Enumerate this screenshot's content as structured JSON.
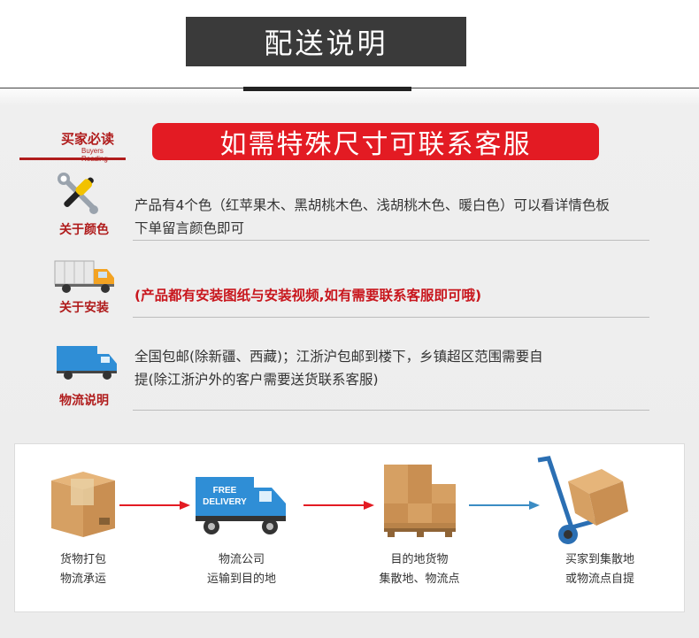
{
  "header": {
    "title": "配送说明"
  },
  "buyers_reading": {
    "cn": "买家必读",
    "en": "Buyers Reading"
  },
  "banner": {
    "text": "如需特殊尺寸可联系客服"
  },
  "rows": [
    {
      "label": "关于颜色",
      "icon": "tools-icon",
      "lines": [
        "产品有4个色（红苹果木、黑胡桃木色、浅胡桃木色、暖白色）可以看详情色板",
        "下单留言颜色即可"
      ]
    },
    {
      "label": "关于安装",
      "icon": "truck-icon",
      "lines": [
        "(产品都有安装图纸与安装视频,如有需要联系客服即可哦)"
      ]
    },
    {
      "label": "物流说明",
      "icon": "delivery-truck-icon",
      "lines": [
        "全国包邮(除新疆、西藏)；江浙沪包邮到楼下，乡镇超区范围需要自",
        "提(除江浙沪外的客户需要送货联系客服)"
      ]
    }
  ],
  "flow": {
    "truck_sign": [
      "FREE",
      "DELIVERY"
    ],
    "steps": [
      {
        "line1": "货物打包",
        "line2": "物流承运"
      },
      {
        "line1": "物流公司",
        "line2": "运输到目的地"
      },
      {
        "line1": "目的地货物",
        "line2": "集散地、物流点"
      },
      {
        "line1": "买家到集散地",
        "line2": "或物流点自提"
      }
    ]
  },
  "colors": {
    "accent_red": "#e31b23",
    "label_red": "#b01c1c",
    "title_bg": "#3a3a3a",
    "blue_arrow": "#3b8cc4"
  }
}
